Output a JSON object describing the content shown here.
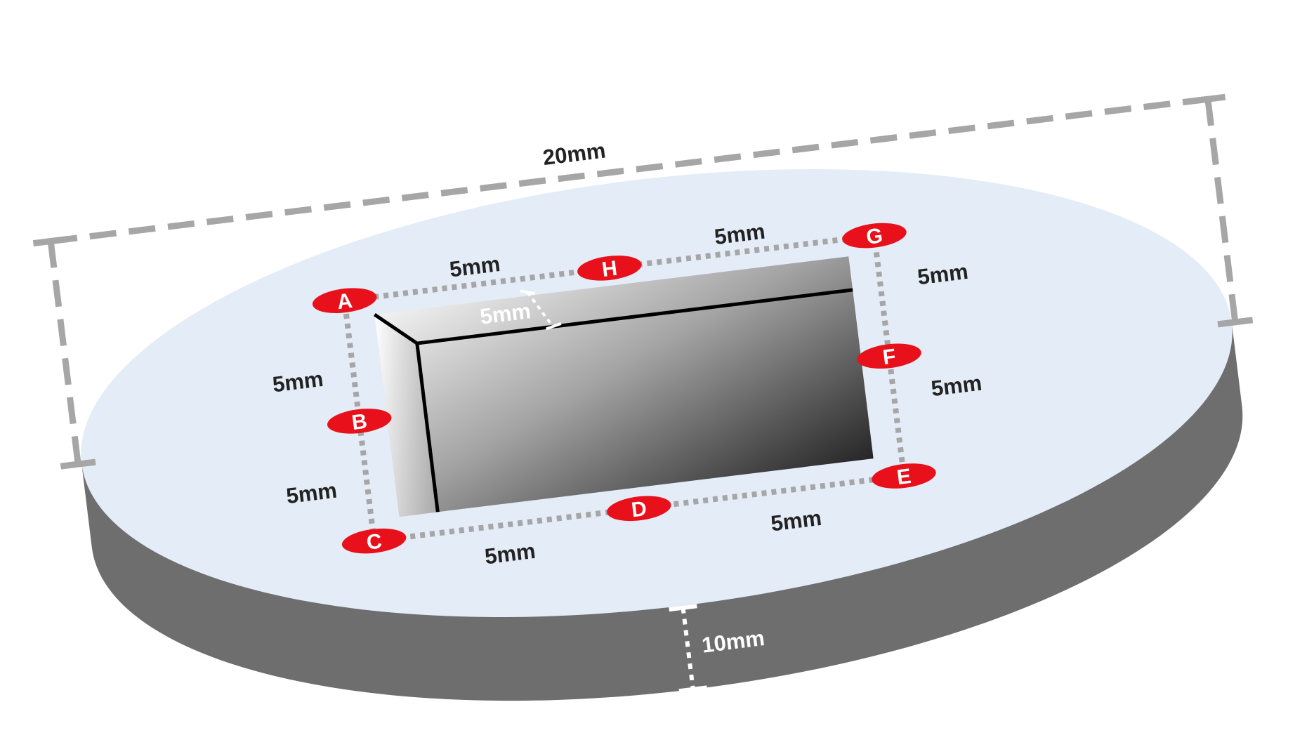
{
  "diagram": {
    "dimensions": {
      "diameter": "20mm",
      "thickness": "10mm",
      "depth": "5mm",
      "top_left_segment": "5mm",
      "top_right_segment": "5mm",
      "left_upper_segment": "5mm",
      "left_lower_segment": "5mm",
      "right_upper_segment": "5mm",
      "right_lower_segment": "5mm",
      "bottom_left_segment": "5mm",
      "bottom_right_segment": "5mm"
    },
    "points": {
      "a": "A",
      "b": "B",
      "c": "C",
      "d": "D",
      "e": "E",
      "f": "F",
      "g": "G",
      "h": "H"
    },
    "colors": {
      "disc_top": "#e4ecf7",
      "disc_side": "#6e6e6e",
      "marker": "#e8101a",
      "dimension_line": "#a6a6a6"
    }
  }
}
